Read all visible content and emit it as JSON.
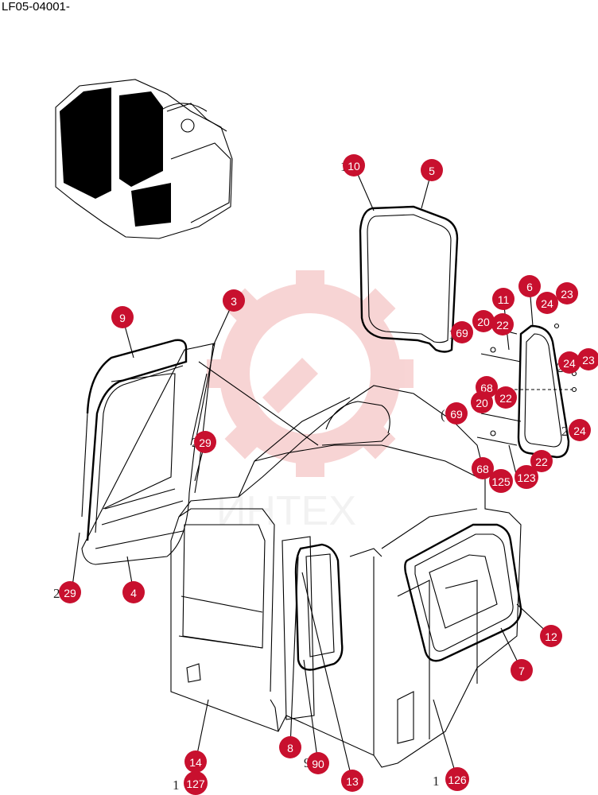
{
  "diagram_code": "LF05-04001-",
  "colors": {
    "callout": "#c8102e",
    "line": "#000000",
    "watermark": "#f2b2b2"
  },
  "callouts": [
    {
      "id": "c10",
      "text": "10"
    },
    {
      "id": "c5",
      "text": "5"
    },
    {
      "id": "c3",
      "text": "3"
    },
    {
      "id": "c9",
      "text": "9"
    },
    {
      "id": "c6",
      "text": "6"
    },
    {
      "id": "c11",
      "text": "11"
    },
    {
      "id": "c24a",
      "text": "24"
    },
    {
      "id": "c23a",
      "text": "23"
    },
    {
      "id": "c20a",
      "text": "20"
    },
    {
      "id": "c22a",
      "text": "22"
    },
    {
      "id": "c69a",
      "text": "69"
    },
    {
      "id": "c24b",
      "text": "24"
    },
    {
      "id": "c23b",
      "text": "23"
    },
    {
      "id": "c68a",
      "text": "68"
    },
    {
      "id": "c22b",
      "text": "22"
    },
    {
      "id": "c20b",
      "text": "20"
    },
    {
      "id": "c69b",
      "text": "69"
    },
    {
      "id": "c24c",
      "text": "24"
    },
    {
      "id": "c68b",
      "text": "68"
    },
    {
      "id": "c22c",
      "text": "22"
    },
    {
      "id": "c125",
      "text": "125"
    },
    {
      "id": "c123",
      "text": "123"
    },
    {
      "id": "c29a",
      "text": "29"
    },
    {
      "id": "c29b",
      "text": "29"
    },
    {
      "id": "c4",
      "text": "4"
    },
    {
      "id": "c12",
      "text": "12"
    },
    {
      "id": "c7",
      "text": "7"
    },
    {
      "id": "c14",
      "text": "14"
    },
    {
      "id": "c127",
      "text": "127"
    },
    {
      "id": "c8",
      "text": "8"
    },
    {
      "id": "c90",
      "text": "90"
    },
    {
      "id": "c13",
      "text": "13"
    },
    {
      "id": "c126",
      "text": "126"
    }
  ]
}
